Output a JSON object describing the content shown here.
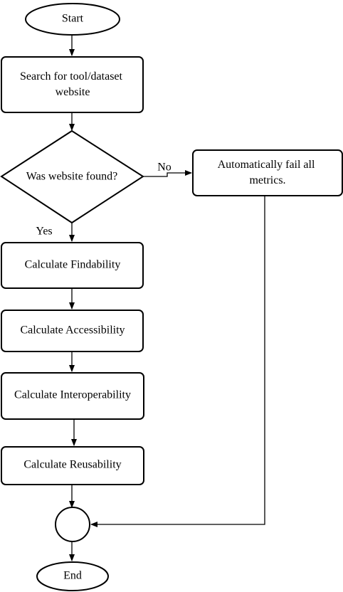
{
  "flowchart": {
    "nodes": {
      "start": {
        "label": "Start",
        "shape": "ellipse"
      },
      "search": {
        "lines": [
          "Search for tool/dataset",
          "website"
        ],
        "shape": "rounded-rect"
      },
      "decision": {
        "label": "Was website found?",
        "shape": "diamond"
      },
      "fail": {
        "lines": [
          "Automatically fail all",
          "metrics."
        ],
        "shape": "rounded-rect"
      },
      "findability": {
        "label": "Calculate Findability",
        "shape": "rounded-rect"
      },
      "accessibility": {
        "label": "Calculate Accessibility",
        "shape": "rounded-rect"
      },
      "interoperability": {
        "label": "Calculate Interoperability",
        "shape": "rounded-rect"
      },
      "reusability": {
        "label": "Calculate Reusability",
        "shape": "rounded-rect"
      },
      "merge": {
        "label": "",
        "shape": "circle"
      },
      "end": {
        "label": "End",
        "shape": "ellipse"
      }
    },
    "edges": {
      "no_label": "No",
      "yes_label": "Yes"
    },
    "colors": {
      "stroke": "#000000",
      "fill": "#ffffff",
      "text": "#000000"
    }
  }
}
